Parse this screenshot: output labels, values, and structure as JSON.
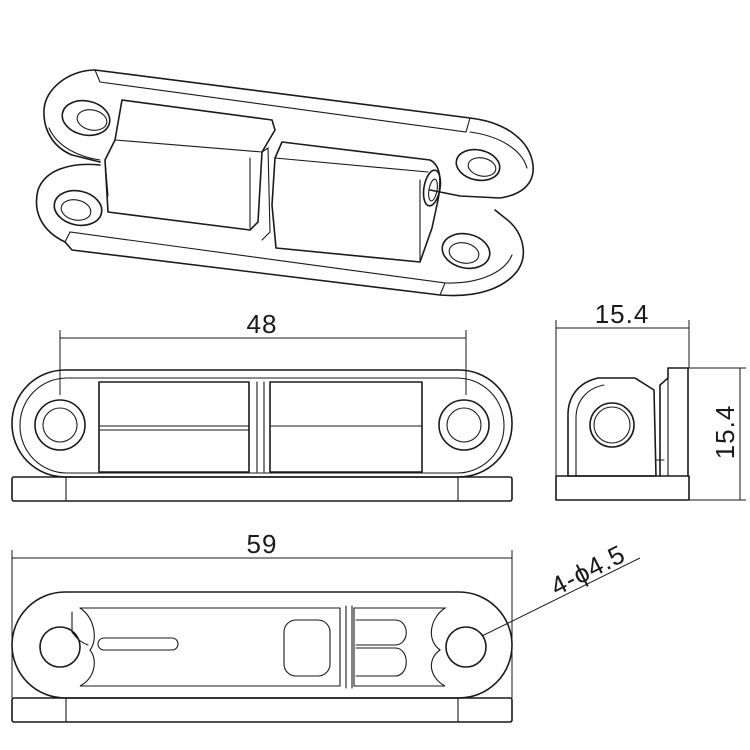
{
  "dimensions": {
    "hole_spacing": "48",
    "side_width": "15.4",
    "side_height": "15.4",
    "overall_length": "59",
    "hole_callout": "4-ϕ4.5"
  },
  "colors": {
    "line": "#1a1a1a",
    "background": "#ffffff"
  }
}
